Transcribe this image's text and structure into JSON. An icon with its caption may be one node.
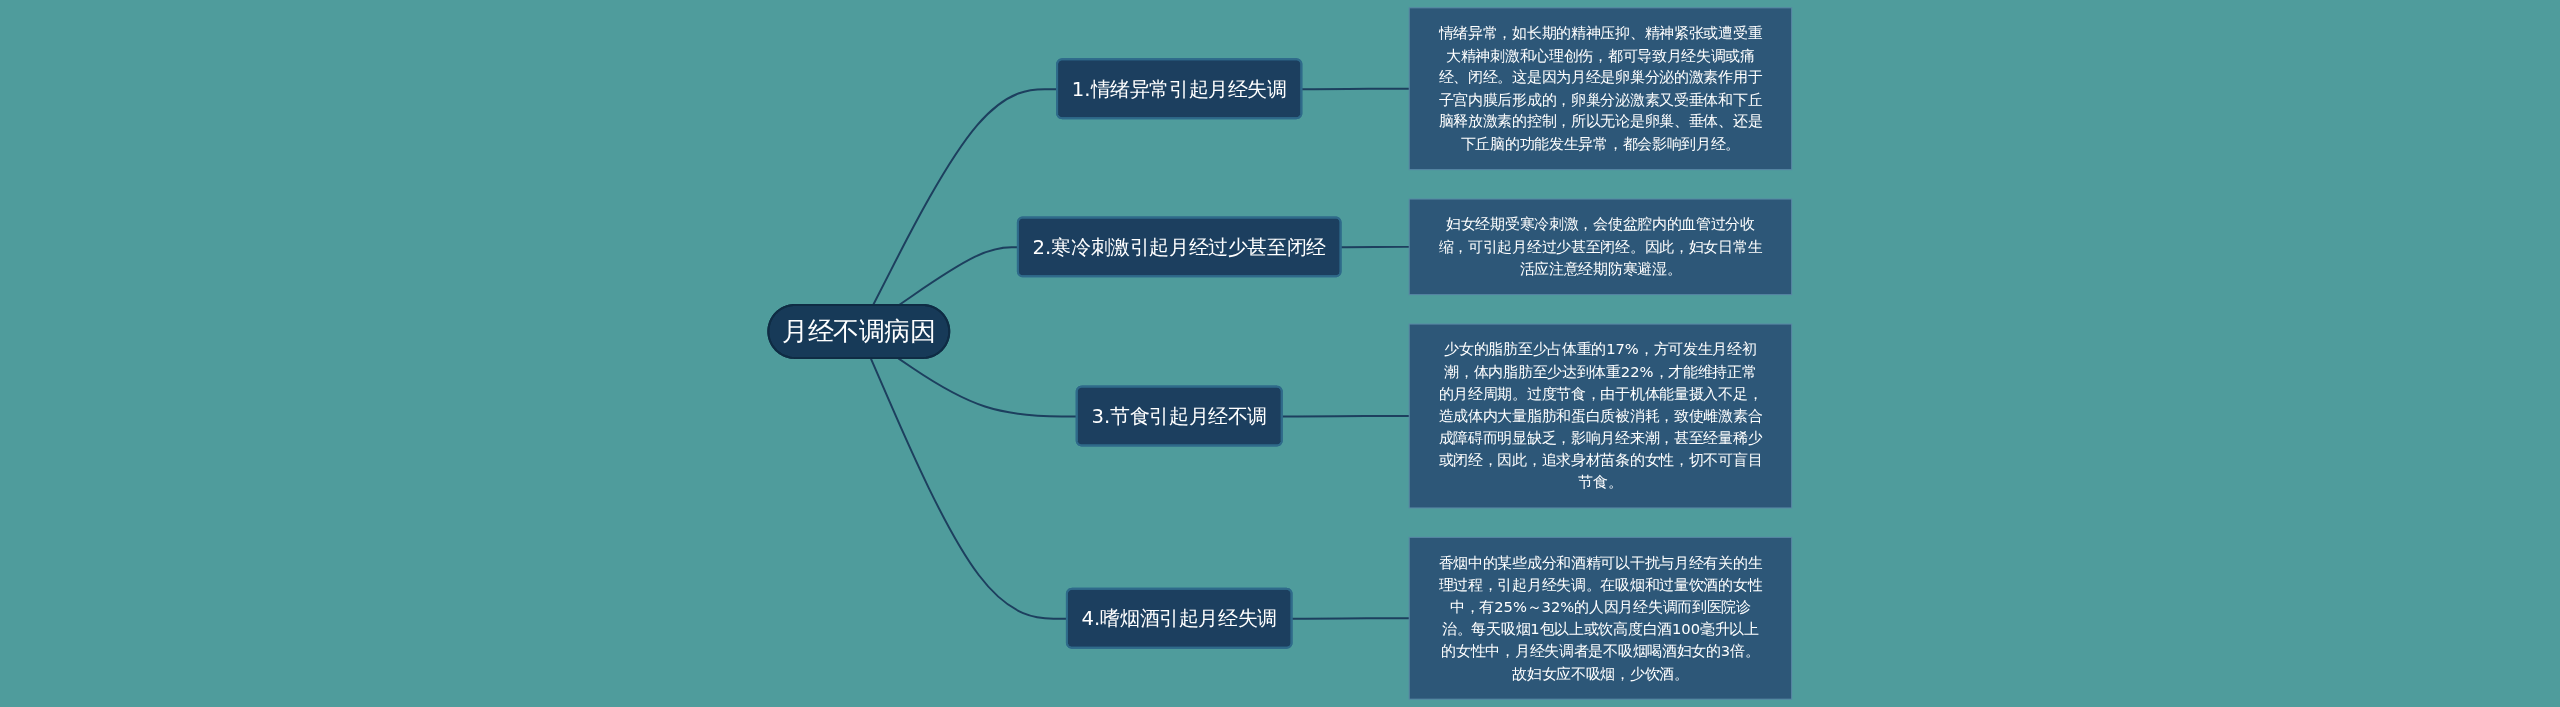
{
  "diagram": {
    "nodes": [
      {
        "text": [
          "月经不调病因"
        ]
      },
      {
        "text": [
          "1.情绪异常引起月经失调"
        ]
      },
      {
        "text": [
          "情绪异常，如长期的精神压抑、精神紧张或遭受重大精神刺激和心理创伤，都可导致月经失调或痛经、闭经。这是因为月经是卵巢分泌的激素作用于子宫内膜后形成的，卵巢分泌激素又受垂体和下丘脑释放激素的控制，所以无论是卵巢、垂体、还是下丘脑的功能发生异常，都会影响到月经。"
        ]
      },
      {
        "text": [
          "2.寒冷刺激引起月经过少甚至闭经"
        ]
      },
      {
        "text": [
          "妇女经期受寒冷刺激，会使盆腔内的血管过分收缩，可引起月经过少甚至闭经。因此，妇女日常生活应注意经期防寒避湿。"
        ]
      },
      {
        "text": [
          "3.节食引起月经不调"
        ]
      },
      {
        "text": [
          "少女的脂肪至少占体重的17%，方可发生月经初潮，体内脂肪至少达到体重22%，才能维持正常的月经周期。过度节食，由于机体能量摄入不足，造成体内大量脂肪和蛋白质被消耗，致使雌激素合成障碍而明显缺乏，影响月经来潮，甚至经量稀少或闭经，因此，追求身材苗条的女性，切不可盲目节食。"
        ]
      },
      {
        "text": [
          "4.嗜烟酒引起月经失调"
        ]
      },
      {
        "text": [
          "香烟中的某些成分和酒精可以干扰与月经有关的生理过程，引起月经失调。在吸烟和过量饮酒的女性中，有25%～32%的人因月经失调而到医院诊治。每天吸烟1包以上或饮高度白酒100毫升以上的女性中，月经失调者是不吸烟喝酒妇女的3倍。故妇女应不吸烟，少饮酒。"
        ]
      }
    ],
    "edges": [
      {
        "from": 0,
        "to": 1,
        "arrow": "none"
      },
      {
        "from": 1,
        "to": 2,
        "arrow": "none"
      },
      {
        "from": 0,
        "to": 3,
        "arrow": "none"
      },
      {
        "from": 3,
        "to": 4,
        "arrow": "none"
      },
      {
        "from": 0,
        "to": 5,
        "arrow": "none"
      },
      {
        "from": 5,
        "to": 6,
        "arrow": "none"
      },
      {
        "from": 0,
        "to": 7,
        "arrow": "none"
      },
      {
        "from": 7,
        "to": 8,
        "arrow": "none"
      }
    ]
  }
}
